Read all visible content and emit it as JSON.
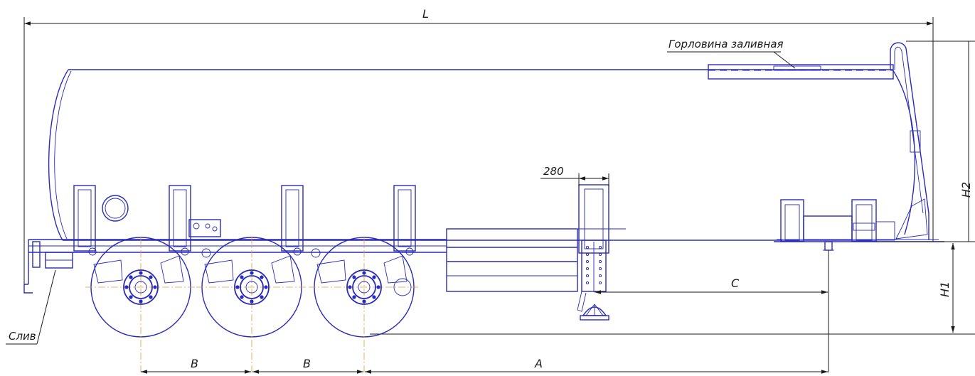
{
  "labels": {
    "overall_length": "L",
    "filler_neck": "Горловина заливная",
    "leg_width": "280",
    "drain": "Слив",
    "height_h1": "H1",
    "height_h2": "H2",
    "dist_c": "C",
    "dist_a": "A",
    "axle_spacing_1": "B",
    "axle_spacing_2": "B"
  },
  "colors": {
    "outline": "#2a2ab8",
    "dimension": "#1a1a1a",
    "centerline": "#e39a3a"
  }
}
